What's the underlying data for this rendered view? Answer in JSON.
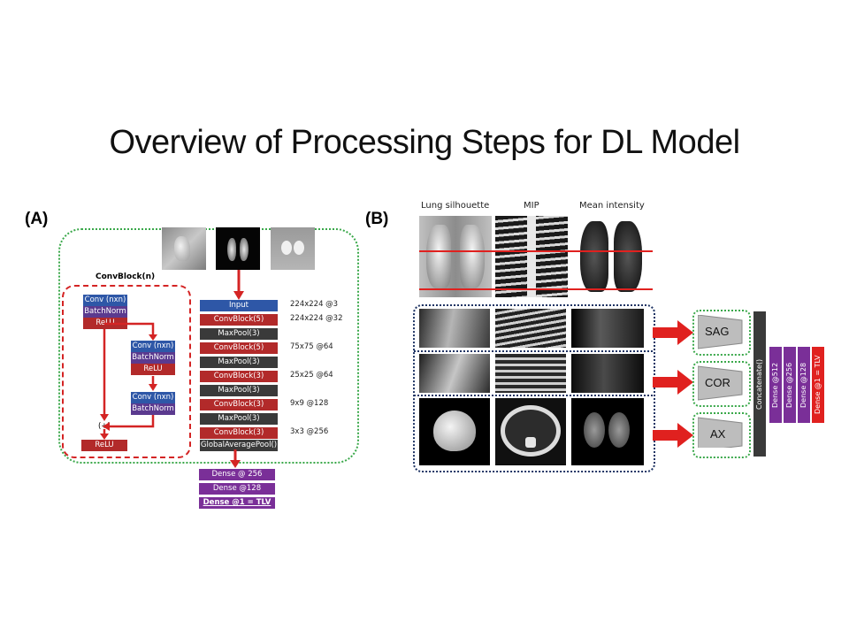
{
  "title": "Overview of Processing Steps for DL Model",
  "panelA": {
    "label": "(A)",
    "convblock": {
      "title": "ConvBlock(n)",
      "conv1": "Conv (nxn)",
      "bn1": "BatchNorm",
      "relu1": "ReLU",
      "conv2": "Conv (nxn)",
      "bn2": "BatchNorm",
      "relu2": "ReLU",
      "conv3": "Conv (nxn)",
      "bn3": "BatchNorm",
      "plus": "(+)",
      "relu_out": "ReLU"
    },
    "pipeline": [
      {
        "label": "Input",
        "kind": "blue"
      },
      {
        "label": "ConvBlock(5)",
        "kind": "red"
      },
      {
        "label": "MaxPool(3)",
        "kind": "dark"
      },
      {
        "label": "ConvBlock(5)",
        "kind": "red"
      },
      {
        "label": "MaxPool(3)",
        "kind": "dark"
      },
      {
        "label": "ConvBlock(3)",
        "kind": "red"
      },
      {
        "label": "MaxPool(3)",
        "kind": "dark"
      },
      {
        "label": "ConvBlock(3)",
        "kind": "red"
      },
      {
        "label": "MaxPool(3)",
        "kind": "dark"
      },
      {
        "label": "ConvBlock(3)",
        "kind": "red"
      },
      {
        "label": "GlobalAveragePool()",
        "kind": "dark"
      }
    ],
    "dims": [
      "224x224 @3",
      "224x224 @32",
      "75x75 @64",
      "25x25 @64",
      "9x9 @128",
      "3x3 @256"
    ],
    "dense": [
      "Dense @ 256",
      "Dense @128",
      "Dense @1 = TLV"
    ]
  },
  "panelB": {
    "label": "(B)",
    "columns": [
      "Lung silhouette",
      "MIP",
      "Mean intensity"
    ],
    "views": [
      "SAG",
      "COR",
      "AX"
    ],
    "concat": "Concatenate()",
    "dense": [
      "Dense @512",
      "Dense @256",
      "Dense @128",
      "Dense @1 = TLV"
    ]
  },
  "colors": {
    "blue": "#2e57a7",
    "red": "#b22a2a",
    "dark": "#3a3a3a",
    "purple": "#7a2f98",
    "green_dotted": "#3aa84a",
    "navy_dotted": "#1f3464",
    "arrow_red": "#e0211f"
  }
}
